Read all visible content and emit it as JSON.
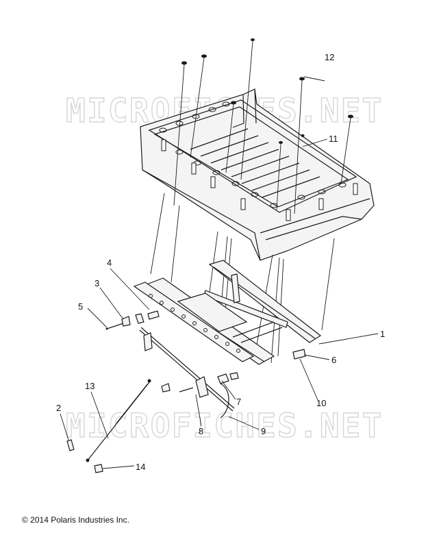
{
  "watermark": "MICROFICHES.NET",
  "copyright": "© 2014 Polaris Industries Inc.",
  "callouts": [
    "1",
    "2",
    "3",
    "4",
    "5",
    "6",
    "7",
    "8",
    "9",
    "10",
    "11",
    "12",
    "13",
    "14"
  ],
  "colors": {
    "line": "#1a1a1a",
    "watermark": "#d6d6d6",
    "background": "#ffffff"
  }
}
